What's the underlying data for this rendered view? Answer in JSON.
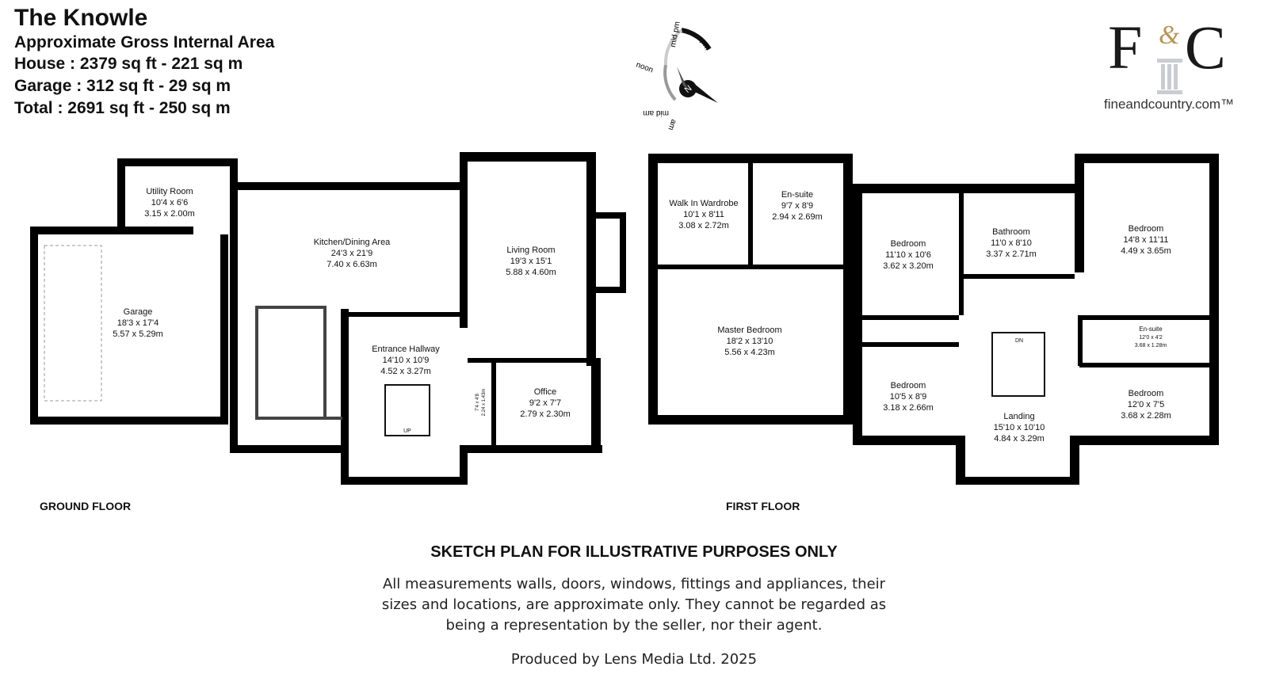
{
  "header": {
    "title": "The Knowle",
    "subtitle": "Approximate Gross Internal Area",
    "house": "House : 2379 sq ft - 221 sq m",
    "garage": "Garage : 312 sq ft - 29 sq m",
    "total": "Total : 2691 sq ft - 250 sq m"
  },
  "logo": {
    "letters": "F C",
    "amp": "&",
    "url": "fineandcountry.com™"
  },
  "compass": {
    "labels": [
      "mid pm",
      "pm",
      "noon",
      "mid am",
      "am"
    ],
    "needle": "N"
  },
  "ground_floor": {
    "label": "GROUND FLOOR",
    "rooms": [
      {
        "name": "Utility Room",
        "imperial": "10'4 x 6'6",
        "metric": "3.15 x 2.00m"
      },
      {
        "name": "Garage",
        "imperial": "18'3 x 17'4",
        "metric": "5.57 x 5.29m"
      },
      {
        "name": "Kitchen/Dining Area",
        "imperial": "24'3 x 21'9",
        "metric": "7.40 x 6.63m"
      },
      {
        "name": "Living Room",
        "imperial": "19'3 x 15'1",
        "metric": "5.88 x 4.60m"
      },
      {
        "name": "Entrance Hallway",
        "imperial": "14'10 x 10'9",
        "metric": "4.52 x 3.27m"
      },
      {
        "name": "Office",
        "imperial": "9'2 x 7'7",
        "metric": "2.79 x 2.30m"
      }
    ],
    "wc": {
      "imperial": "7'4 x 4'8",
      "metric": "2.24 x 1.43m"
    },
    "stair": "UP"
  },
  "first_floor": {
    "label": "FIRST FLOOR",
    "rooms": [
      {
        "name": "Walk In Wardrobe",
        "imperial": "10'1 x 8'11",
        "metric": "3.08 x 2.72m"
      },
      {
        "name": "En-suite",
        "imperial": "9'7 x 8'9",
        "metric": "2.94 x 2.69m"
      },
      {
        "name": "Master Bedroom",
        "imperial": "18'2 x 13'10",
        "metric": "5.56 x 4.23m"
      },
      {
        "name": "Bedroom",
        "imperial": "11'10 x 10'6",
        "metric": "3.62 x 3.20m"
      },
      {
        "name": "Bathroom",
        "imperial": "11'0 x 8'10",
        "metric": "3.37 x 2.71m"
      },
      {
        "name": "Bedroom",
        "imperial": "14'8 x 11'11",
        "metric": "4.49 x 3.65m"
      },
      {
        "name": "En-suite",
        "imperial": "12'0 x 4'2",
        "metric": "3.68 x 1.28m"
      },
      {
        "name": "Bedroom",
        "imperial": "10'5 x 8'9",
        "metric": "3.18 x 2.66m"
      },
      {
        "name": "Landing",
        "imperial": "15'10 x 10'10",
        "metric": "4.84 x 3.29m"
      },
      {
        "name": "Bedroom",
        "imperial": "12'0 x 7'5",
        "metric": "3.68 x 2.28m"
      }
    ],
    "stair": "DN"
  },
  "footer": {
    "sketch": "SKETCH PLAN FOR ILLUSTRATIVE PURPOSES ONLY",
    "disclaimer1": "All measurements walls, doors, windows, fittings and appliances, their",
    "disclaimer2": "sizes and locations, are approximate only. They cannot be regarded as",
    "disclaimer3": "being a representation by the seller, nor their agent.",
    "produced": "Produced by Lens Media Ltd. 2025"
  }
}
